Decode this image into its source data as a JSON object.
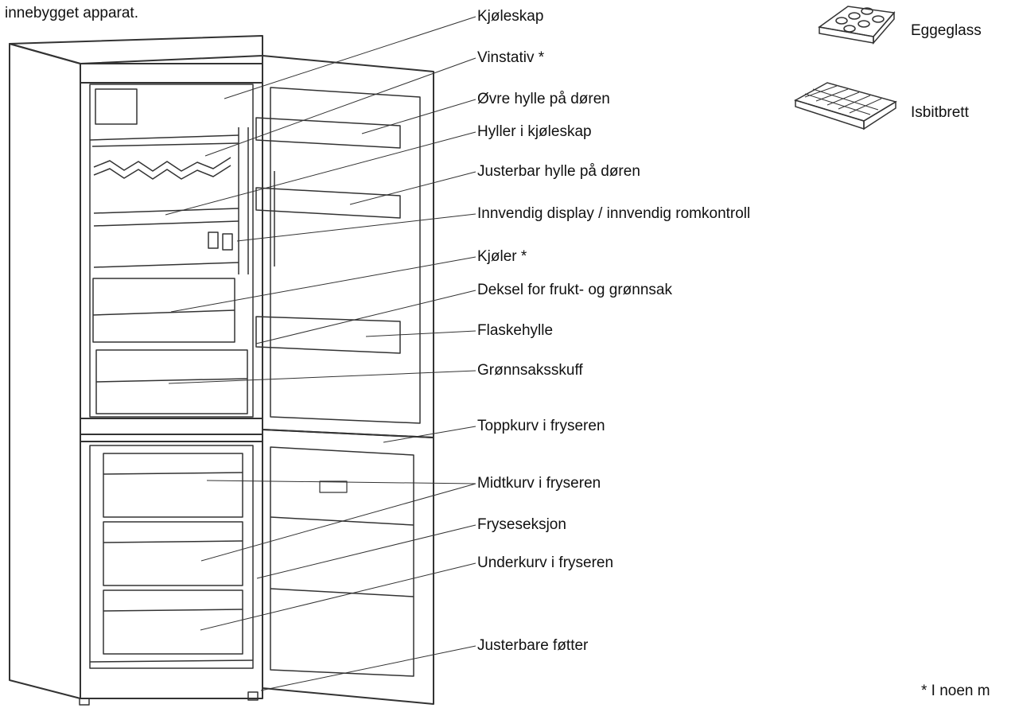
{
  "intro_text": "innebygget apparat.",
  "labels": [
    "Kjøleskap",
    "Vinstativ *",
    "Øvre hylle på døren",
    "Hyller i kjøleskap",
    "Justerbar hylle på døren",
    "Innvendig display / innvendig romkontroll",
    "Kjøler *",
    "Deksel for frukt- og grønnsak",
    "Flaskehylle",
    "Grønnsaksskuff",
    "Toppkurv i fryseren",
    "Midtkurv i fryseren",
    "Fryseseksjon",
    "Underkurv i fryseren",
    "Justerbare føtter"
  ],
  "accessories": {
    "egg": "Eggeglass",
    "ice": "Isbitbrett"
  },
  "footnote": "* I noen m",
  "colors": {
    "line": "#333333",
    "text": "#111111",
    "background": "#ffffff"
  }
}
